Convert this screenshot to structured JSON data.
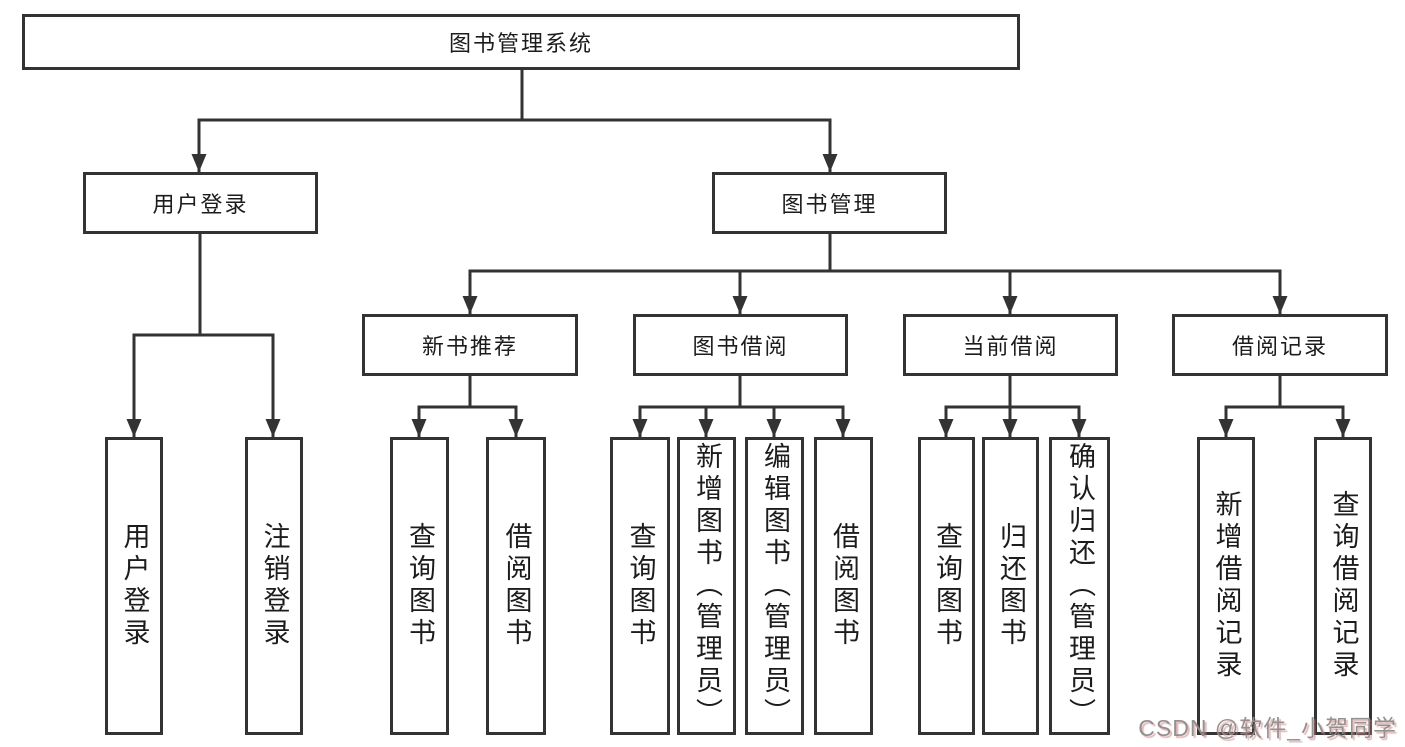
{
  "tree": {
    "root": {
      "label": "图书管理系统"
    },
    "children": [
      {
        "label": "用户登录",
        "children": [
          {
            "label": "用户登录"
          },
          {
            "label": "注销登录"
          }
        ]
      },
      {
        "label": "图书管理",
        "children": [
          {
            "label": "新书推荐",
            "children": [
              {
                "label": "查询图书"
              },
              {
                "label": "借阅图书"
              }
            ]
          },
          {
            "label": "图书借阅",
            "children": [
              {
                "label": "查询图书"
              },
              {
                "label": "新增图书（管理员）"
              },
              {
                "label": "编辑图书（管理员）"
              },
              {
                "label": "借阅图书"
              }
            ]
          },
          {
            "label": "当前借阅",
            "children": [
              {
                "label": "查询图书"
              },
              {
                "label": "归还图书"
              },
              {
                "label": "确认归还（管理员）"
              }
            ]
          },
          {
            "label": "借阅记录",
            "children": [
              {
                "label": "新增借阅记录"
              },
              {
                "label": "查询借阅记录"
              }
            ]
          }
        ]
      }
    ]
  },
  "watermark": {
    "text": "CSDN @软件_小贺同学"
  },
  "colors": {
    "line": "#333333",
    "box_border": "#333333",
    "box_background": "#ffffff",
    "text": "#1c1c1c",
    "watermark_gray": "#8c8c8c",
    "watermark_red": "#cd7878"
  }
}
